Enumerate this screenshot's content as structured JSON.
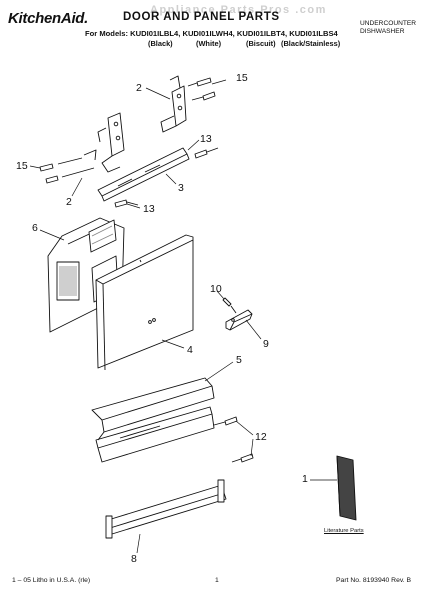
{
  "header": {
    "brand": "KitchenAid.",
    "title": "DOOR AND PANEL PARTS",
    "watermark": "Appliance Parts Pros .com",
    "models_label": "For Models: KUDI01ILBL4, KUDI01ILWH4, KUDI01ILBT4, KUDI01ILBS4",
    "colors": [
      "(Black)",
      "(White)",
      "(Biscuit)",
      "(Black/Stainless)"
    ],
    "product_type_line1": "UNDERCOUNTER",
    "product_type_line2": "DISHWASHER"
  },
  "callouts": [
    "15",
    "2",
    "13",
    "15",
    "2",
    "3",
    "13",
    "6",
    "10",
    "9",
    "4",
    "5",
    "12",
    "1",
    "8"
  ],
  "literature_label": "Literature Parts",
  "footer": {
    "left": "1 – 05 Litho in U.S.A. (rle)",
    "center": "1",
    "right": "Part No. 8193940 Rev. B"
  }
}
